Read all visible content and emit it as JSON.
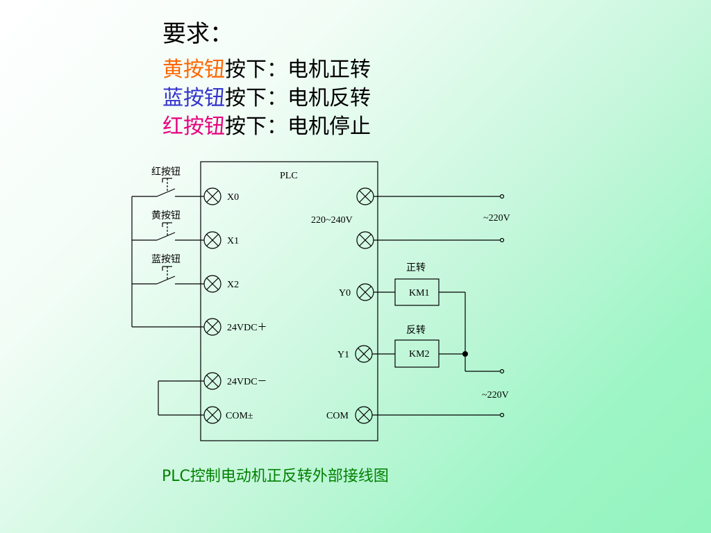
{
  "requirements": {
    "title": "要求：",
    "items": [
      {
        "button": "黄按钮",
        "action": "按下：电机正转",
        "color": "#ff6600"
      },
      {
        "button": "蓝按钮",
        "action": "按下：电机反转",
        "color": "#3333cc"
      },
      {
        "button": "红按钮",
        "action": "按下：电机停止",
        "color": "#e6007e"
      }
    ]
  },
  "diagram": {
    "plc_label": "PLC",
    "buttons": [
      "红按钮",
      "黄按钮",
      "蓝按钮"
    ],
    "inputs": [
      "X0",
      "X1",
      "X2",
      "24VDC＋",
      "24VDC－",
      "COM±"
    ],
    "power_in": "220~240V",
    "outputs": [
      "Y0",
      "Y1",
      "COM"
    ],
    "supply_top": "~220V",
    "supply_bottom": "~220V",
    "forward_label": "正转",
    "reverse_label": "反转",
    "km1": "KM1",
    "km2": "KM2"
  },
  "caption": "PLC控制电动机正反转外部接线图"
}
